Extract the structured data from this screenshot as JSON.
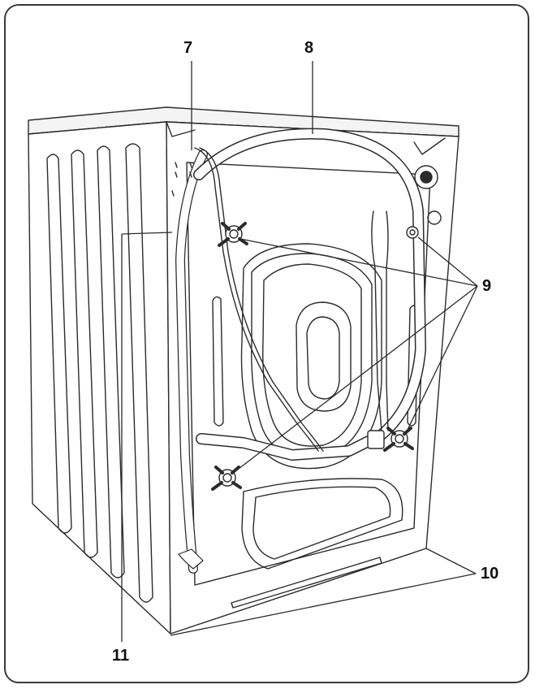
{
  "diagram": {
    "callouts": [
      {
        "id": "7",
        "label": "7"
      },
      {
        "id": "8",
        "label": "8"
      },
      {
        "id": "9",
        "label": "9"
      },
      {
        "id": "10",
        "label": "10"
      },
      {
        "id": "11",
        "label": "11"
      }
    ]
  },
  "colors": {
    "line": "#2b2b2b",
    "frame": "#3a3a3a",
    "background": "#ffffff"
  }
}
